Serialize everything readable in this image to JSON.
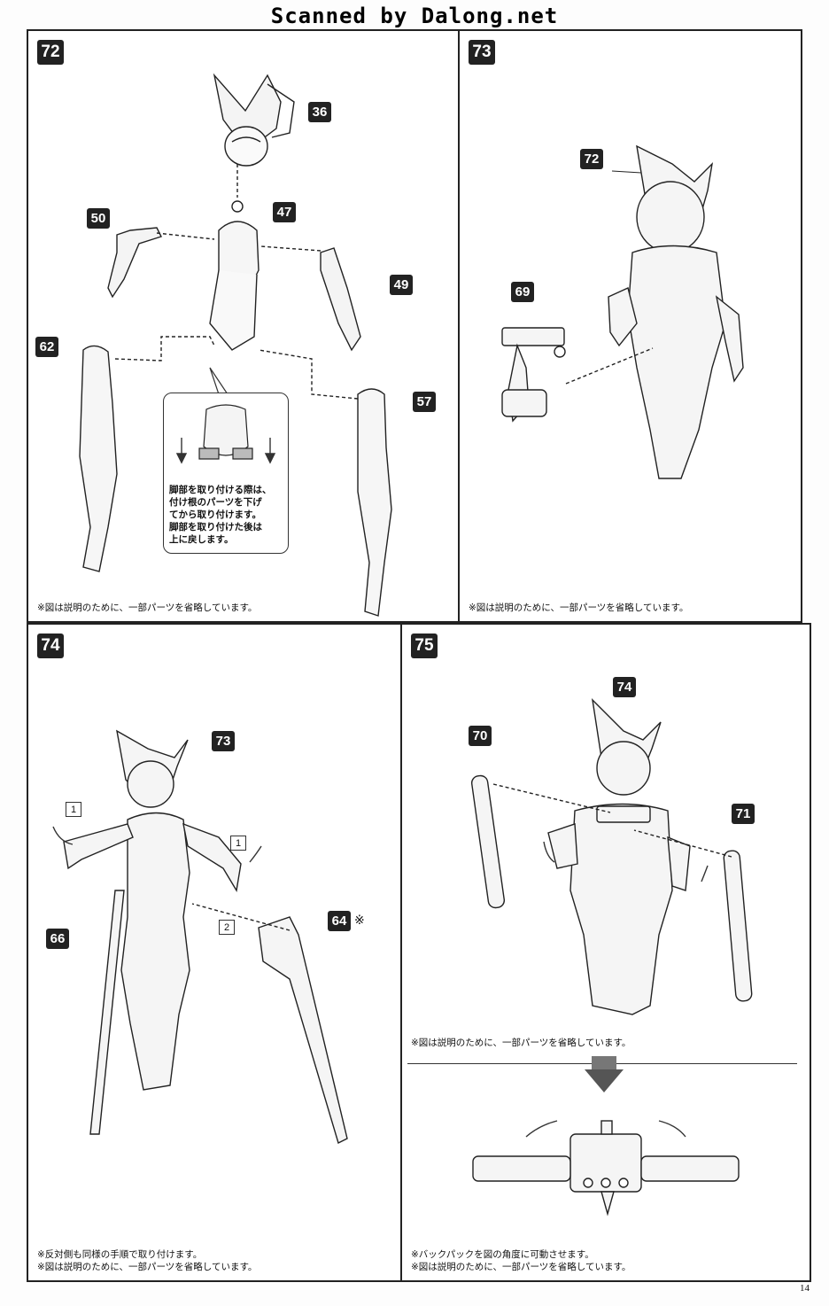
{
  "watermark": "Scanned by Dalong.net",
  "page_number": "14",
  "steps": [
    {
      "number": "72",
      "parts": [
        "36",
        "47",
        "50",
        "49",
        "62",
        "57"
      ],
      "callout": "脚部を取り付ける際は、\n付け根のパーツを下げ\nてから取り付けます。\n脚部を取り付けた後は\n上に戻します。",
      "note": "※図は説明のために、一部パーツを省略しています。"
    },
    {
      "number": "73",
      "parts": [
        "72",
        "69"
      ],
      "note": "※図は説明のために、一部パーツを省略しています。"
    },
    {
      "number": "74",
      "parts": [
        "73",
        "66",
        "64"
      ],
      "part_marker": "※",
      "seq_labels": [
        "1",
        "1",
        "2"
      ],
      "note_line1": "※反対側も同様の手順で取り付けます。",
      "note_line2": "※図は説明のために、一部パーツを省略しています。"
    },
    {
      "number": "75",
      "parts": [
        "74",
        "70",
        "71"
      ],
      "note_upper": "※図は説明のために、一部パーツを省略しています。",
      "note_line1": "※バックパックを図の角度に可動させます。",
      "note_line2": "※図は説明のために、一部パーツを省略しています。"
    }
  ]
}
